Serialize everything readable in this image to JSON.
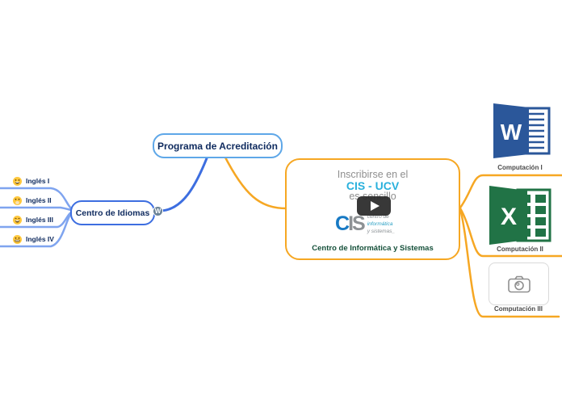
{
  "colors": {
    "branch_blue": "#3d6ee0",
    "branch_blue_light": "#7fa4ef",
    "branch_orange": "#f6a723",
    "root_border_blue": "#5ea7e8",
    "node_text_navy": "#0e2a5e",
    "cis_cyan": "#29b0dc",
    "caption_green": "#15503a",
    "word_blue": "#2b579a",
    "excel_green": "#217346"
  },
  "root": {
    "label": "Programa de Acreditación"
  },
  "idiomas": {
    "label": "Centro de Idiomas",
    "badge_letter": "W",
    "items": [
      {
        "emoji": "😄",
        "label": "Inglés I"
      },
      {
        "emoji": "🤭",
        "label": "Inglés II"
      },
      {
        "emoji": "😆",
        "label": "Inglés III"
      },
      {
        "emoji": "😬",
        "label": "Inglés IV"
      }
    ]
  },
  "cis": {
    "video_title_line1": "Inscribirse en el",
    "video_title_line2": "CIS - UCV",
    "video_title_line3": "es sencillo",
    "logo": {
      "c": "C",
      "is": "IS",
      "tag_line1": "centro de",
      "tag_line2": "informática",
      "tag_line3": "y sistemas_"
    },
    "caption": "Centro de Informática y Sistemas"
  },
  "computacion": [
    {
      "label": "Computación I",
      "icon": "word-icon",
      "letter": "W"
    },
    {
      "label": "Computación II",
      "icon": "excel-icon",
      "letter": "X"
    },
    {
      "label": "Computación III",
      "icon": "camera-icon",
      "letter": ""
    }
  ]
}
